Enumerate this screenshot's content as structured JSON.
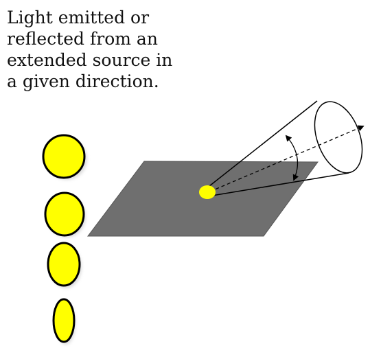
{
  "caption": "Light emitted or\nreflected from an\nextended source in\na given direction.",
  "colors": {
    "surface": "#6f6f6f",
    "surface_outline": "#555555",
    "disk_fill": "#ffff00",
    "disk_outline": "#000000",
    "cone_outline": "#000000",
    "spot": "#ffff00"
  },
  "icons": [
    "yellow-disk",
    "gray-surface-plane",
    "light-cone",
    "angle-arc-double-arrow",
    "direction-dashed-arrow"
  ]
}
